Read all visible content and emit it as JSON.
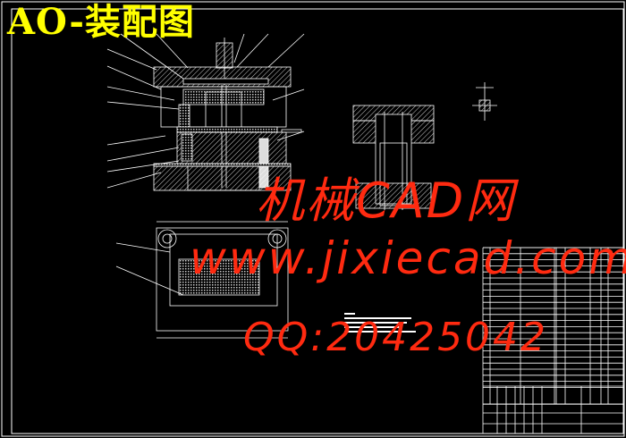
{
  "drawing": {
    "title": "AO-装配图",
    "line_color": "#ffffff",
    "title_color": "#ffff00"
  },
  "watermark": {
    "site_name": "机械CAD网",
    "url": "www.jixiecad.com",
    "qq": "QQ:20425042",
    "color": "#ff2a10"
  }
}
